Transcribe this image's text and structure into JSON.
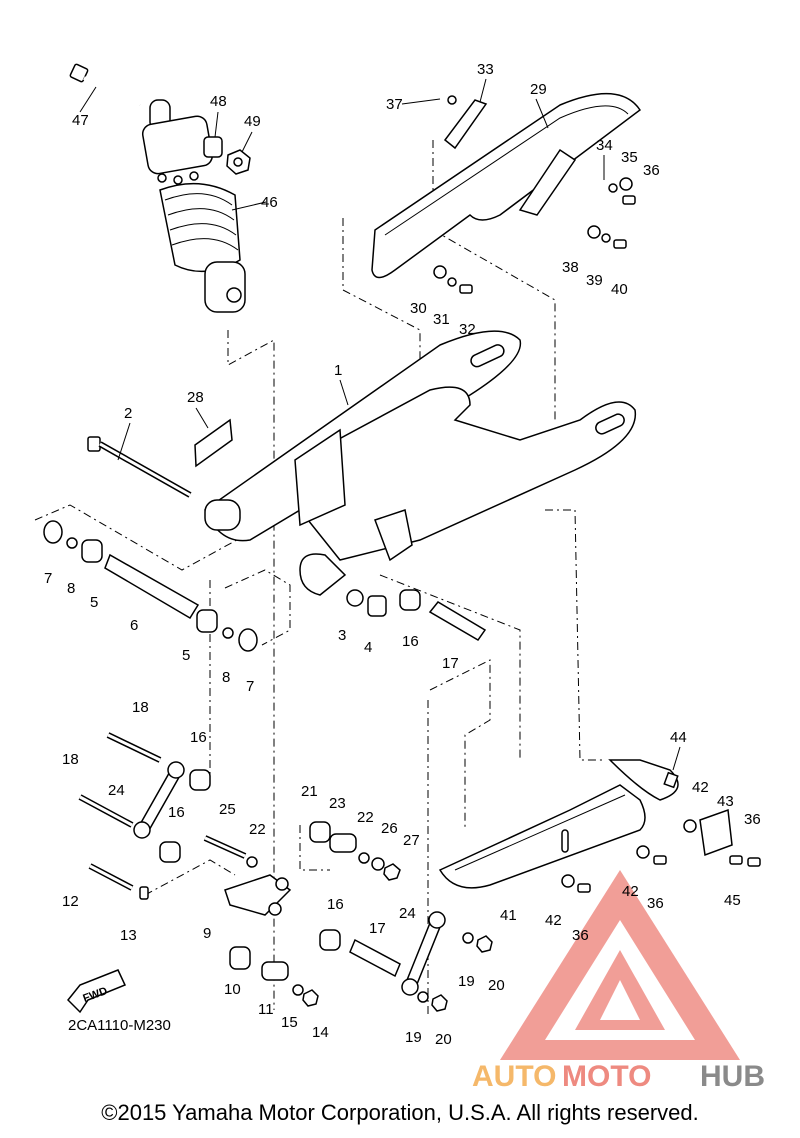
{
  "diagram_code": "2CA1110-M230",
  "fwd_label": "FWD",
  "copyright": "©2015 Yamaha Motor Corporation, U.S.A. All rights reserved.",
  "watermark": {
    "part1": "AUTO",
    "part2": "MOTO",
    "part3": "HUB",
    "colors": {
      "auto": "#f5b86a",
      "moto": "#ee8a80",
      "hub": "#8a8a8a",
      "logo": "#ef8e86"
    }
  },
  "callouts": [
    {
      "n": "1"
    },
    {
      "n": "2"
    },
    {
      "n": "3"
    },
    {
      "n": "4"
    },
    {
      "n": "5"
    },
    {
      "n": "5"
    },
    {
      "n": "6"
    },
    {
      "n": "7"
    },
    {
      "n": "7"
    },
    {
      "n": "8"
    },
    {
      "n": "8"
    },
    {
      "n": "9"
    },
    {
      "n": "10"
    },
    {
      "n": "11"
    },
    {
      "n": "12"
    },
    {
      "n": "13"
    },
    {
      "n": "14"
    },
    {
      "n": "15"
    },
    {
      "n": "16"
    },
    {
      "n": "16"
    },
    {
      "n": "16"
    },
    {
      "n": "16"
    },
    {
      "n": "16"
    },
    {
      "n": "17"
    },
    {
      "n": "17"
    },
    {
      "n": "18"
    },
    {
      "n": "18"
    },
    {
      "n": "19"
    },
    {
      "n": "19"
    },
    {
      "n": "20"
    },
    {
      "n": "20"
    },
    {
      "n": "21"
    },
    {
      "n": "22"
    },
    {
      "n": "22"
    },
    {
      "n": "23"
    },
    {
      "n": "24"
    },
    {
      "n": "24"
    },
    {
      "n": "25"
    },
    {
      "n": "26"
    },
    {
      "n": "27"
    },
    {
      "n": "28"
    },
    {
      "n": "29"
    },
    {
      "n": "30"
    },
    {
      "n": "31"
    },
    {
      "n": "32"
    },
    {
      "n": "33"
    },
    {
      "n": "34"
    },
    {
      "n": "35"
    },
    {
      "n": "36"
    },
    {
      "n": "36"
    },
    {
      "n": "36"
    },
    {
      "n": "36"
    },
    {
      "n": "37"
    },
    {
      "n": "38"
    },
    {
      "n": "39"
    },
    {
      "n": "40"
    },
    {
      "n": "41"
    },
    {
      "n": "42"
    },
    {
      "n": "42"
    },
    {
      "n": "42"
    },
    {
      "n": "43"
    },
    {
      "n": "44"
    },
    {
      "n": "45"
    },
    {
      "n": "46"
    },
    {
      "n": "47"
    },
    {
      "n": "48"
    },
    {
      "n": "49"
    }
  ]
}
